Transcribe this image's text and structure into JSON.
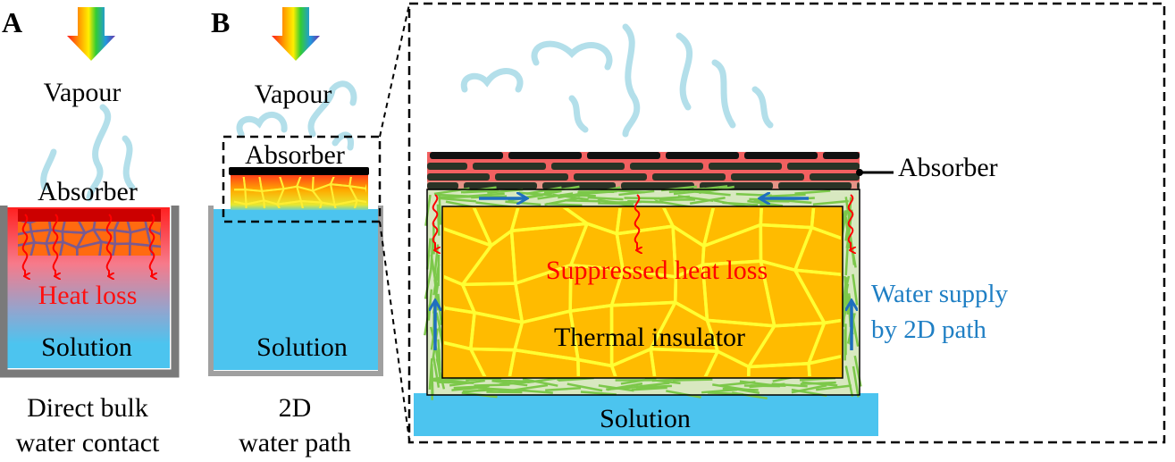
{
  "panel_a": {
    "label": "A",
    "vapour": "Vapour",
    "absorber": "Absorber",
    "heat_loss": "Heat  loss",
    "solution": "Solution",
    "caption_line1": "Direct bulk",
    "caption_line2": "water contact"
  },
  "panel_b": {
    "label": "B",
    "vapour": "Vapour",
    "absorber": "Absorber",
    "solution": "Solution",
    "caption_line1": "2D",
    "caption_line2": "water path"
  },
  "detail": {
    "absorber": "Absorber",
    "suppressed_heat_loss": "Suppressed heat loss",
    "thermal_insulator": "Thermal insulator",
    "water_supply_line1": "Water supply",
    "water_supply_line2": "by 2D path",
    "solution": "Solution"
  },
  "colors": {
    "water": "#4cc4ef",
    "insulator": "#ffbb00",
    "cell_walls": "#ffff33",
    "heat": "#ff0000",
    "flow_arrows": "#1f6fbf",
    "fibers": "#7cc84a"
  }
}
